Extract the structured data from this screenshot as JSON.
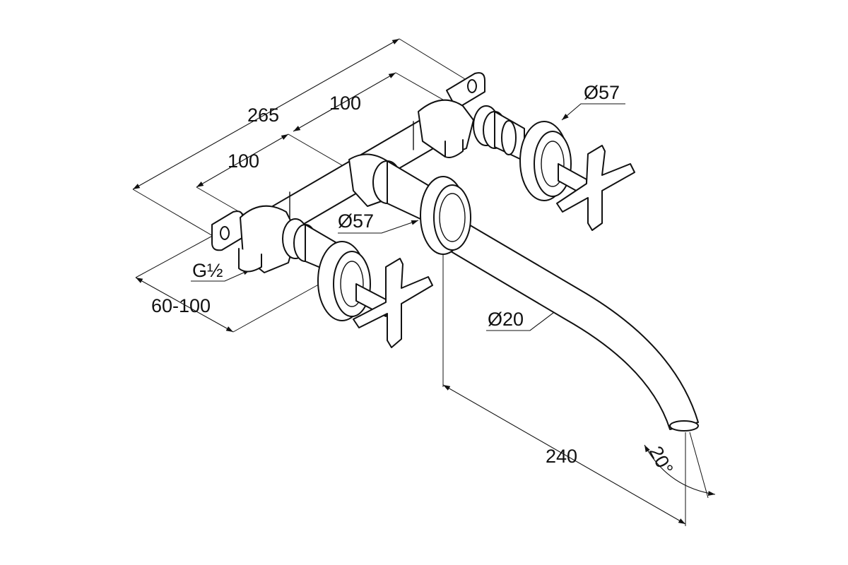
{
  "dimensions": {
    "overall_width": "265",
    "spacing_right": "100",
    "spacing_left": "100",
    "right_rosette_diameter": "Ø57",
    "spout_rosette_diameter": "Ø57",
    "spout_diameter": "Ø20",
    "connection_thread": "G½",
    "wall_depth": "60-100",
    "spout_projection": "240",
    "spout_angle": "20°"
  },
  "colors": {
    "line": "#111111",
    "background": "#ffffff"
  }
}
